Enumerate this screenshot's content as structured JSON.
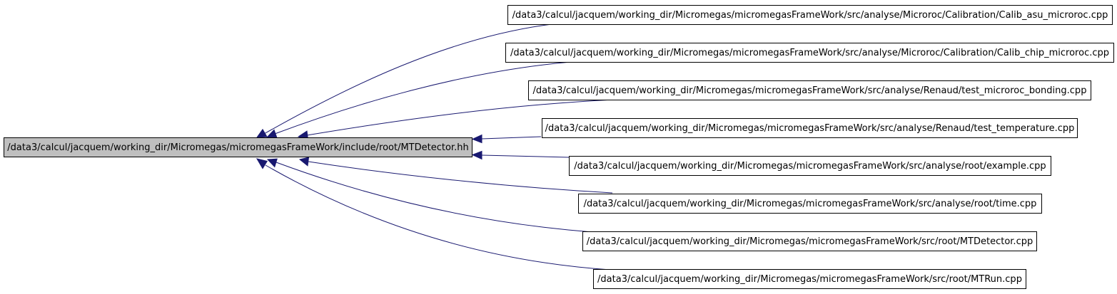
{
  "graph": {
    "center": {
      "label": "/data3/calcul/jacquem/working_dir/Micromegas/micromegasFrameWork/include/root/MTDetector.hh",
      "fill": "#bfbfbf"
    },
    "nodes": [
      {
        "label": "/data3/calcul/jacquem/working_dir/Micromegas/micromegasFrameWork/src/analyse/Microroc/Calibration/Calib_asu_microroc.cpp"
      },
      {
        "label": "/data3/calcul/jacquem/working_dir/Micromegas/micromegasFrameWork/src/analyse/Microroc/Calibration/Calib_chip_microroc.cpp"
      },
      {
        "label": "/data3/calcul/jacquem/working_dir/Micromegas/micromegasFrameWork/src/analyse/Renaud/test_microroc_bonding.cpp"
      },
      {
        "label": "/data3/calcul/jacquem/working_dir/Micromegas/micromegasFrameWork/src/analyse/Renaud/test_temperature.cpp"
      },
      {
        "label": "/data3/calcul/jacquem/working_dir/Micromegas/micromegasFrameWork/src/analyse/root/example.cpp"
      },
      {
        "label": "/data3/calcul/jacquem/working_dir/Micromegas/micromegasFrameWork/src/analyse/root/time.cpp"
      },
      {
        "label": "/data3/calcul/jacquem/working_dir/Micromegas/micromegasFrameWork/src/root/MTDetector.cpp"
      },
      {
        "label": "/data3/calcul/jacquem/working_dir/Micromegas/micromegasFrameWork/src/root/MTRun.cpp"
      }
    ],
    "node_fill": "#ffffff",
    "edge_color": "#191970"
  }
}
